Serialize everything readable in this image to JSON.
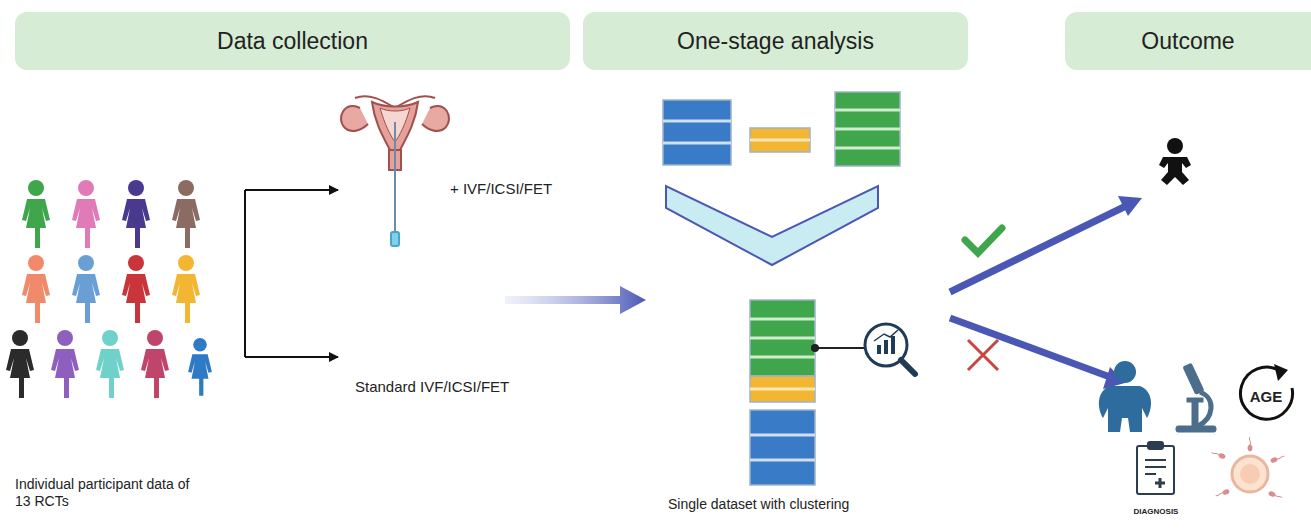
{
  "diagram": {
    "nodes": [
      {
        "text": [
          "Data collection"
        ]
      },
      {
        "text": [
          "One-stage analysis"
        ]
      },
      {
        "text": [
          "Outcome"
        ]
      }
    ],
    "edges": [],
    "labels": [
      "+ IVF/ICSI/FET",
      "Standard IVF/ICSI/FET",
      "Individual participant data of 13 RCTs",
      "Single dataset with clustering",
      "AGE",
      "DIAGNOSIS"
    ]
  }
}
